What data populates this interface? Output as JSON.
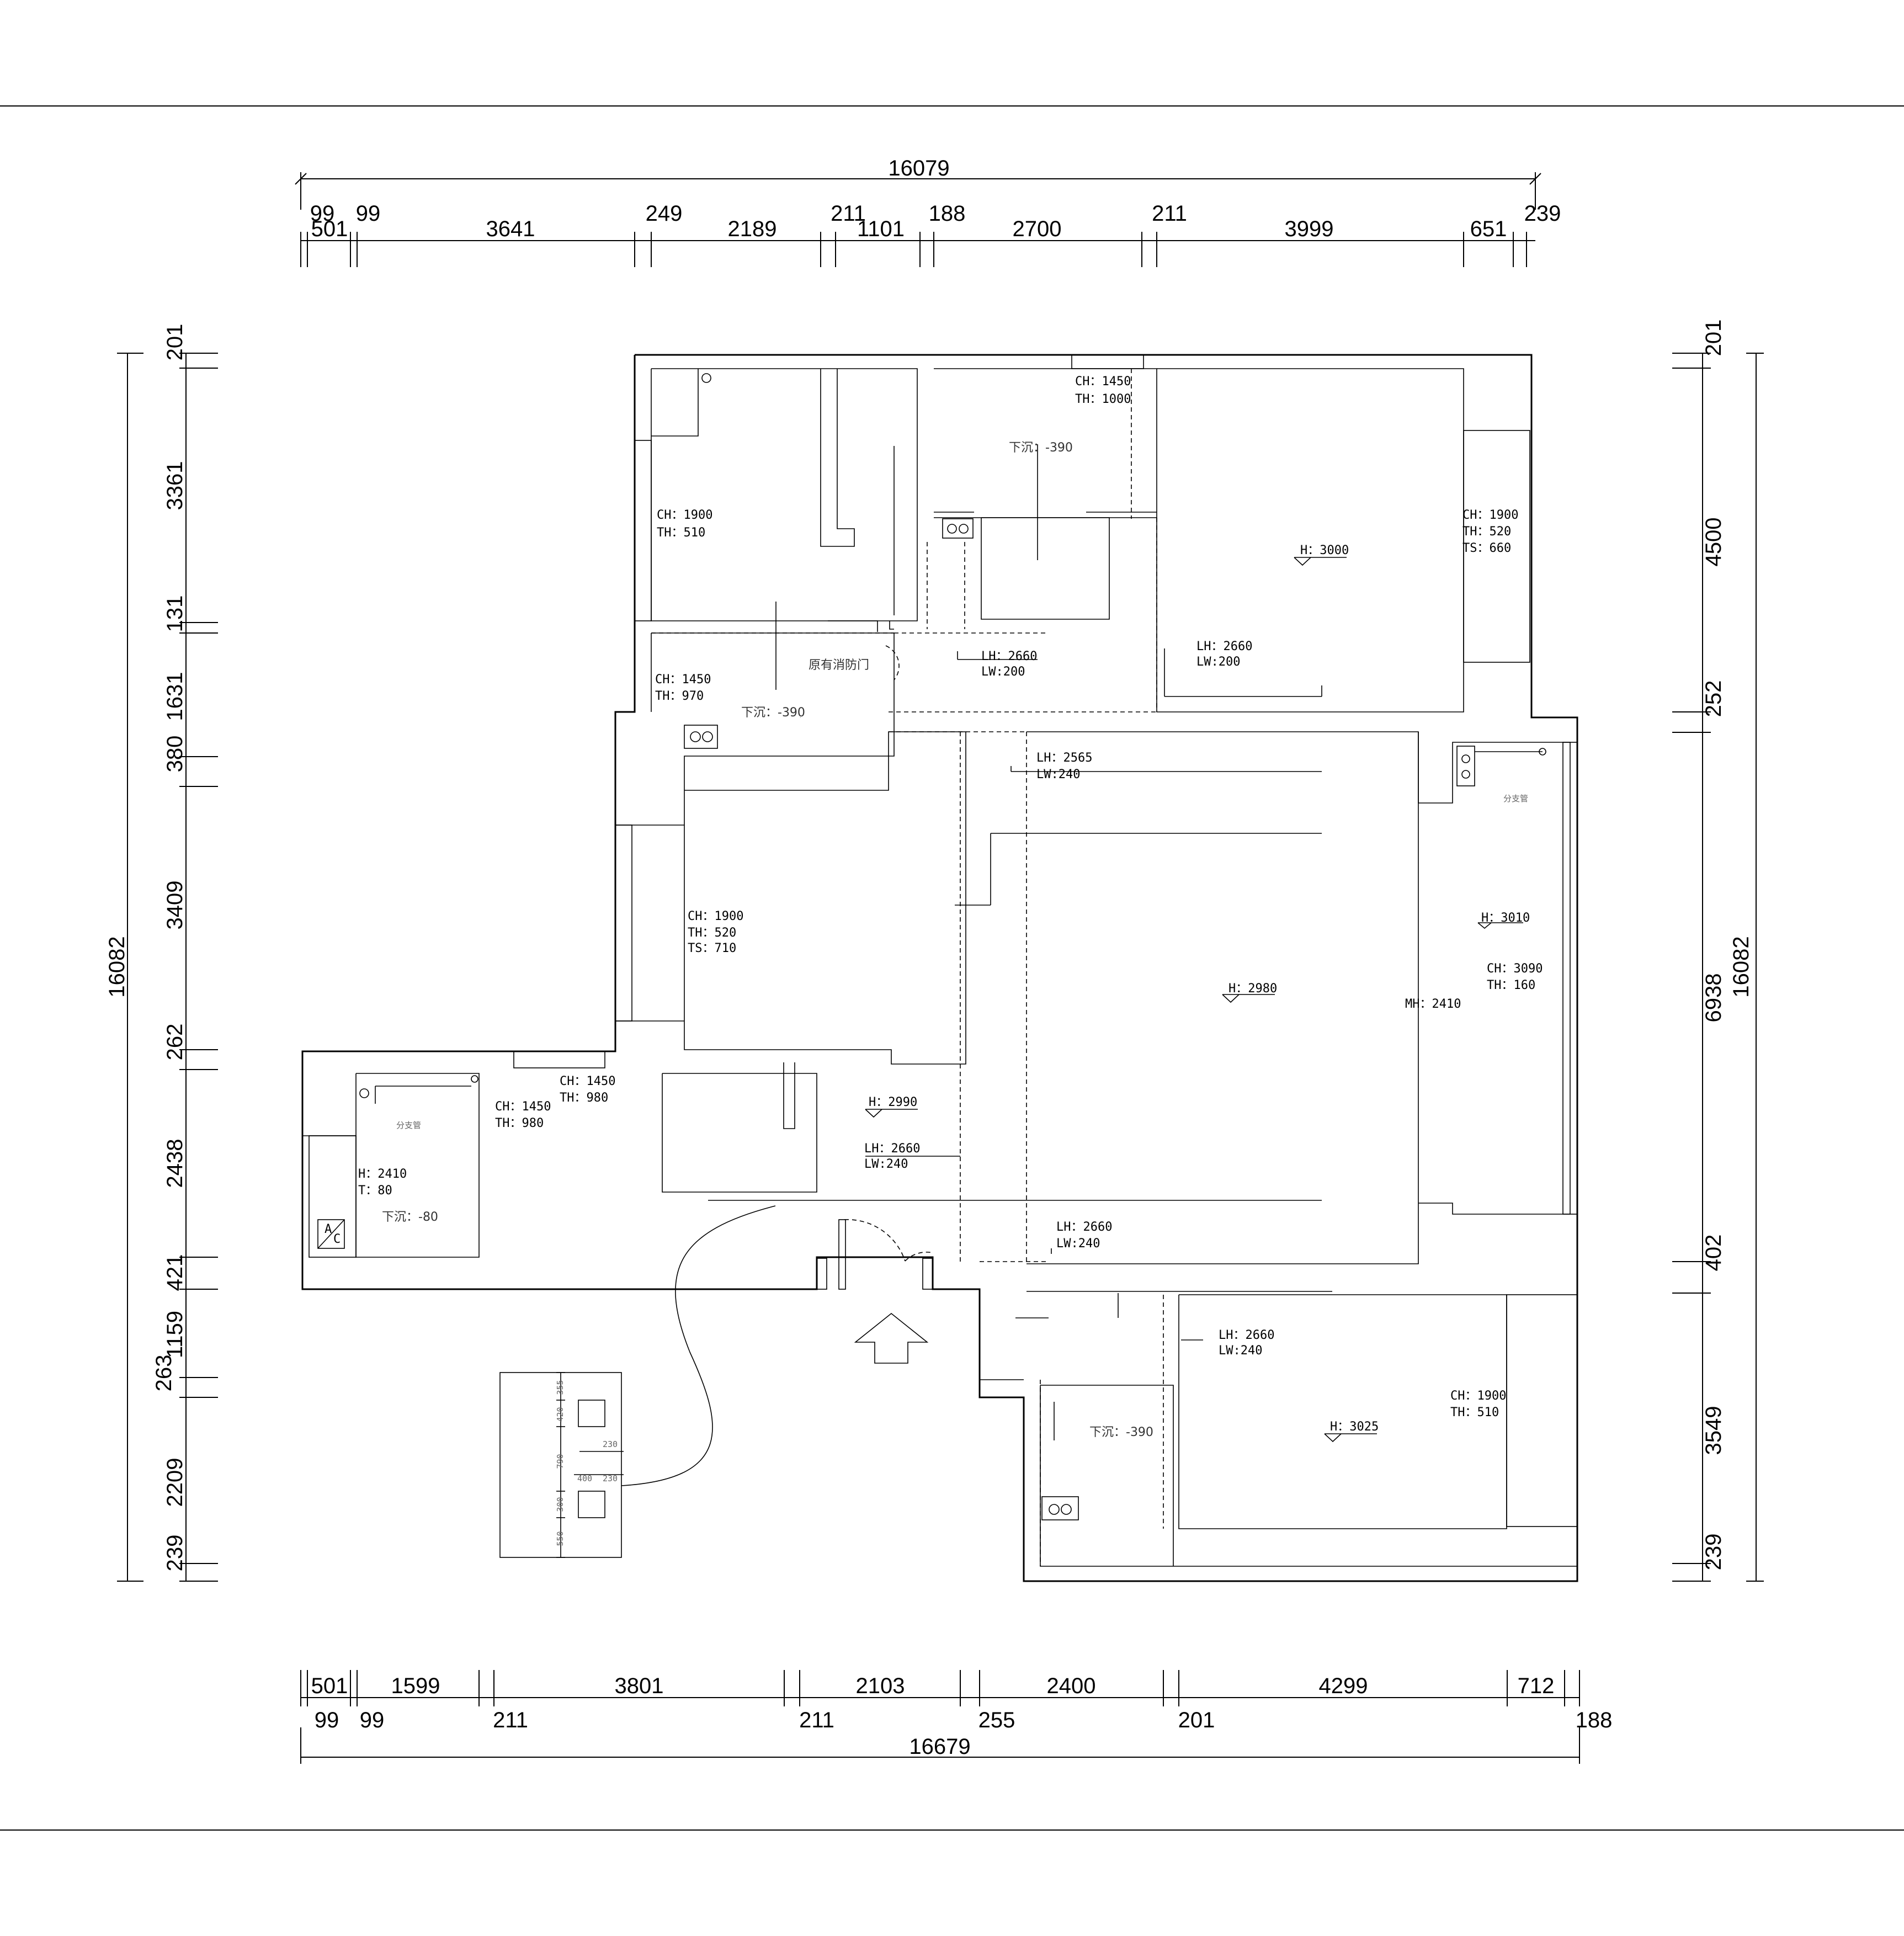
{
  "dims": {
    "top_total": "16079",
    "top_upper": [
      "99",
      "99",
      "249",
      "211",
      "188",
      "211",
      "239"
    ],
    "top_lower": [
      "501",
      "3641",
      "2189",
      "1101",
      "2700",
      "3999",
      "651"
    ],
    "bottom_upper": [
      "501",
      "1599",
      "3801",
      "2103",
      "2400",
      "4299",
      "712"
    ],
    "bottom_lower": [
      "99",
      "99",
      "211",
      "211",
      "255",
      "201",
      "188"
    ],
    "bottom_total": "16679",
    "left_total": "16082",
    "left_segments": [
      "201",
      "3361",
      "131",
      "1631",
      "380",
      "3409",
      "262",
      "2438",
      "421",
      "1159",
      "263",
      "2209",
      "239"
    ],
    "right_total": "16082",
    "right_segments": [
      "201",
      "4500",
      "252",
      "6938",
      "402",
      "3549",
      "239"
    ]
  },
  "labels": {
    "l1": [
      "CH：1450",
      "TH：1000"
    ],
    "l2": [
      "CH：1900",
      "TH：510"
    ],
    "l3": [
      "CH：1900",
      "TH：520",
      "TS：660"
    ],
    "l4": [
      "H：3000"
    ],
    "l5": [
      "LH：2660",
      "LW:200"
    ],
    "l6": [
      "LH：2660",
      "LW:200"
    ],
    "l7": [
      "CH：1450",
      "TH：970"
    ],
    "l8": [
      "LH：2565",
      "LW:240"
    ],
    "l9": [
      "CH：1900",
      "TH：520",
      "TS：710"
    ],
    "l10": [
      "H：3010"
    ],
    "l11": [
      "CH：3090",
      "TH：160"
    ],
    "l12": [
      "H：2980"
    ],
    "l13": [
      "MH：2410"
    ],
    "l14": [
      "CH：1450",
      "TH：980"
    ],
    "l15": [
      "CH：1450",
      "TH：980"
    ],
    "l16": [
      "H：2990"
    ],
    "l17": [
      "LH：2660",
      "LW:240"
    ],
    "l18": [
      "H：2410",
      "T：80"
    ],
    "l19": [
      "LH：2660",
      "LW:240"
    ],
    "l20": [
      "LH：2660",
      "LW:240"
    ],
    "l21": [
      "CH：1900",
      "TH：510"
    ],
    "l22": [
      "H：3025"
    ]
  },
  "notes": {
    "sink1": "下沉：-390",
    "sink2": "下沉：-390",
    "sink3": "下沉：-80",
    "sink4": "下沉：-390",
    "fire_door": "原有消防门",
    "branch1": "分支管",
    "branch2": "分支管"
  },
  "switch_panel": {
    "vertical_dims": [
      "355",
      "420",
      "790",
      "300",
      "550"
    ],
    "horizontal_dims": [
      "230",
      "400",
      "230"
    ]
  },
  "ac_unit": {
    "a": "A",
    "c": "C"
  }
}
